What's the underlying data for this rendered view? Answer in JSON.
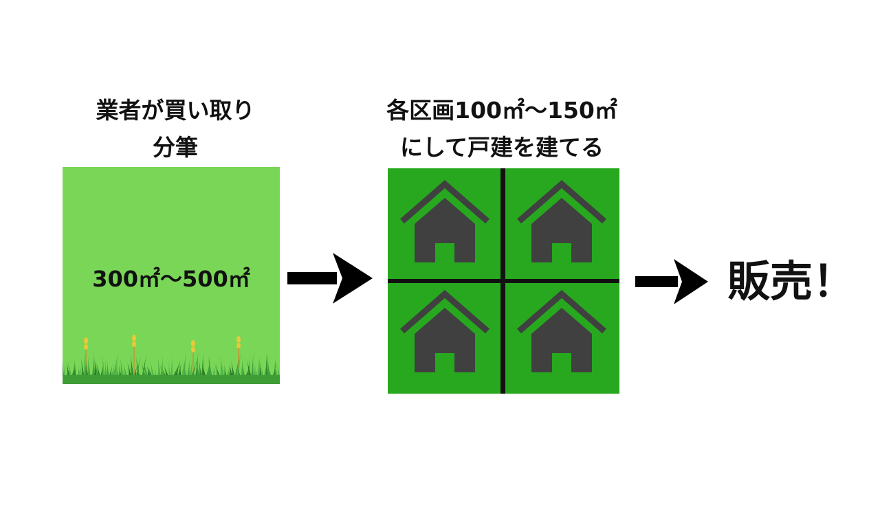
{
  "step1": {
    "caption_line1": "業者が買い取り",
    "caption_line2": "分筆",
    "area_label": "300㎡〜500㎡",
    "land_color": "#79d657"
  },
  "step2": {
    "caption_line1": "各区画100㎡〜150㎡",
    "caption_line2": "にして戸建を建てる",
    "plot_color": "#27a81f",
    "house_color": "#404040",
    "houses": [
      "house-icon",
      "house-icon",
      "house-icon",
      "house-icon"
    ]
  },
  "step3": {
    "label": "販売！"
  },
  "arrows": [
    "right-arrow-icon",
    "right-arrow-icon"
  ]
}
